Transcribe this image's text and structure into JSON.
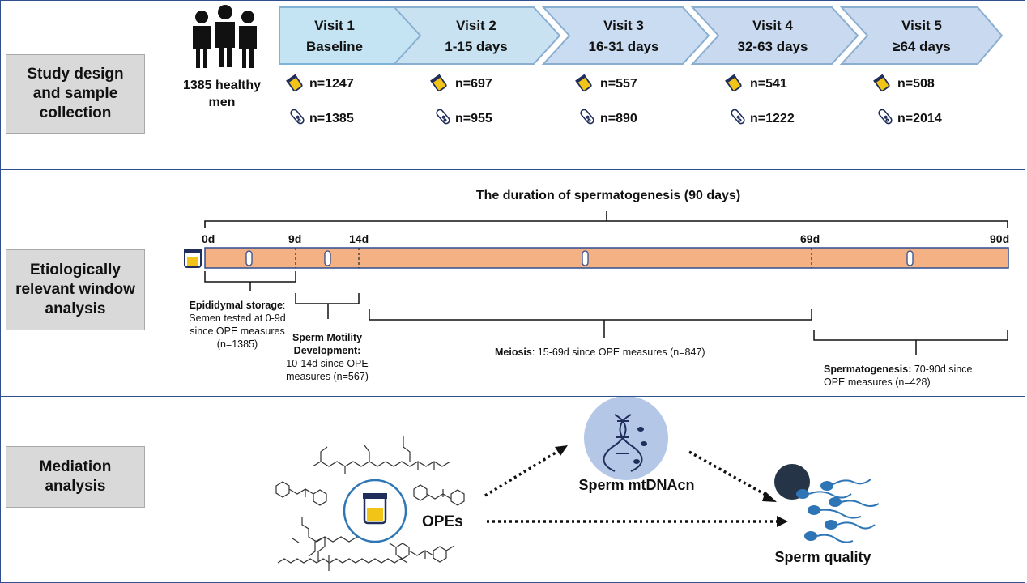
{
  "panels": {
    "study": {
      "label": "Study design\nand sample\ncollection",
      "participants": "1385 healthy\nmen",
      "visits": [
        {
          "title": "Visit 1",
          "sub": "Baseline",
          "urine_n": "n=1247",
          "semen_n": "n=1385"
        },
        {
          "title": "Visit 2",
          "sub": "1-15 days",
          "urine_n": "n=697",
          "semen_n": "n=955"
        },
        {
          "title": "Visit 3",
          "sub": "16-31 days",
          "urine_n": "n=557",
          "semen_n": "n=890"
        },
        {
          "title": "Visit 4",
          "sub": "32-63 days",
          "urine_n": "n=541",
          "semen_n": "n=1222"
        },
        {
          "title": "Visit 5",
          "sub": "≥64 days",
          "urine_n": "n=508",
          "semen_n": "n=2014"
        }
      ]
    },
    "window": {
      "label": "Etiologically\nrelevant window\nanalysis",
      "title": "The duration of spermatogenesis (90 days)",
      "ticks": [
        "0d",
        "9d",
        "14d",
        "69d",
        "90d"
      ],
      "epididymal_bold": "Epididymal storage",
      "epididymal_rest": "Semen tested at 0-9d\nsince OPE measures\n(n=1385)",
      "motility_bold": "Sperm Motility\nDevelopment:",
      "motility_rest": "10-14d   since OPE\nmeasures (n=567)",
      "meiosis_bold": "Meiosis",
      "meiosis_rest": ": 15-69d since OPE measures (n=847)",
      "spermato_bold": "Spermatogenesis:",
      "spermato_rest": " 70-90d since\nOPE measures (n=428)"
    },
    "mediation": {
      "label": "Mediation\nanalysis",
      "exposure": "OPEs",
      "mediator": "Sperm mtDNAcn",
      "outcome": "Sperm quality"
    }
  },
  "colors": {
    "border": "#2f4f8f",
    "chevron_fill": "#c5e4f3",
    "chevron_fill_later": "#c9d9ef",
    "timeline_fill": "#f4b183",
    "cup_fill": "#f2c418",
    "dna_circle": "#b4c7e7",
    "sperm_blue": "#2e75b6"
  }
}
